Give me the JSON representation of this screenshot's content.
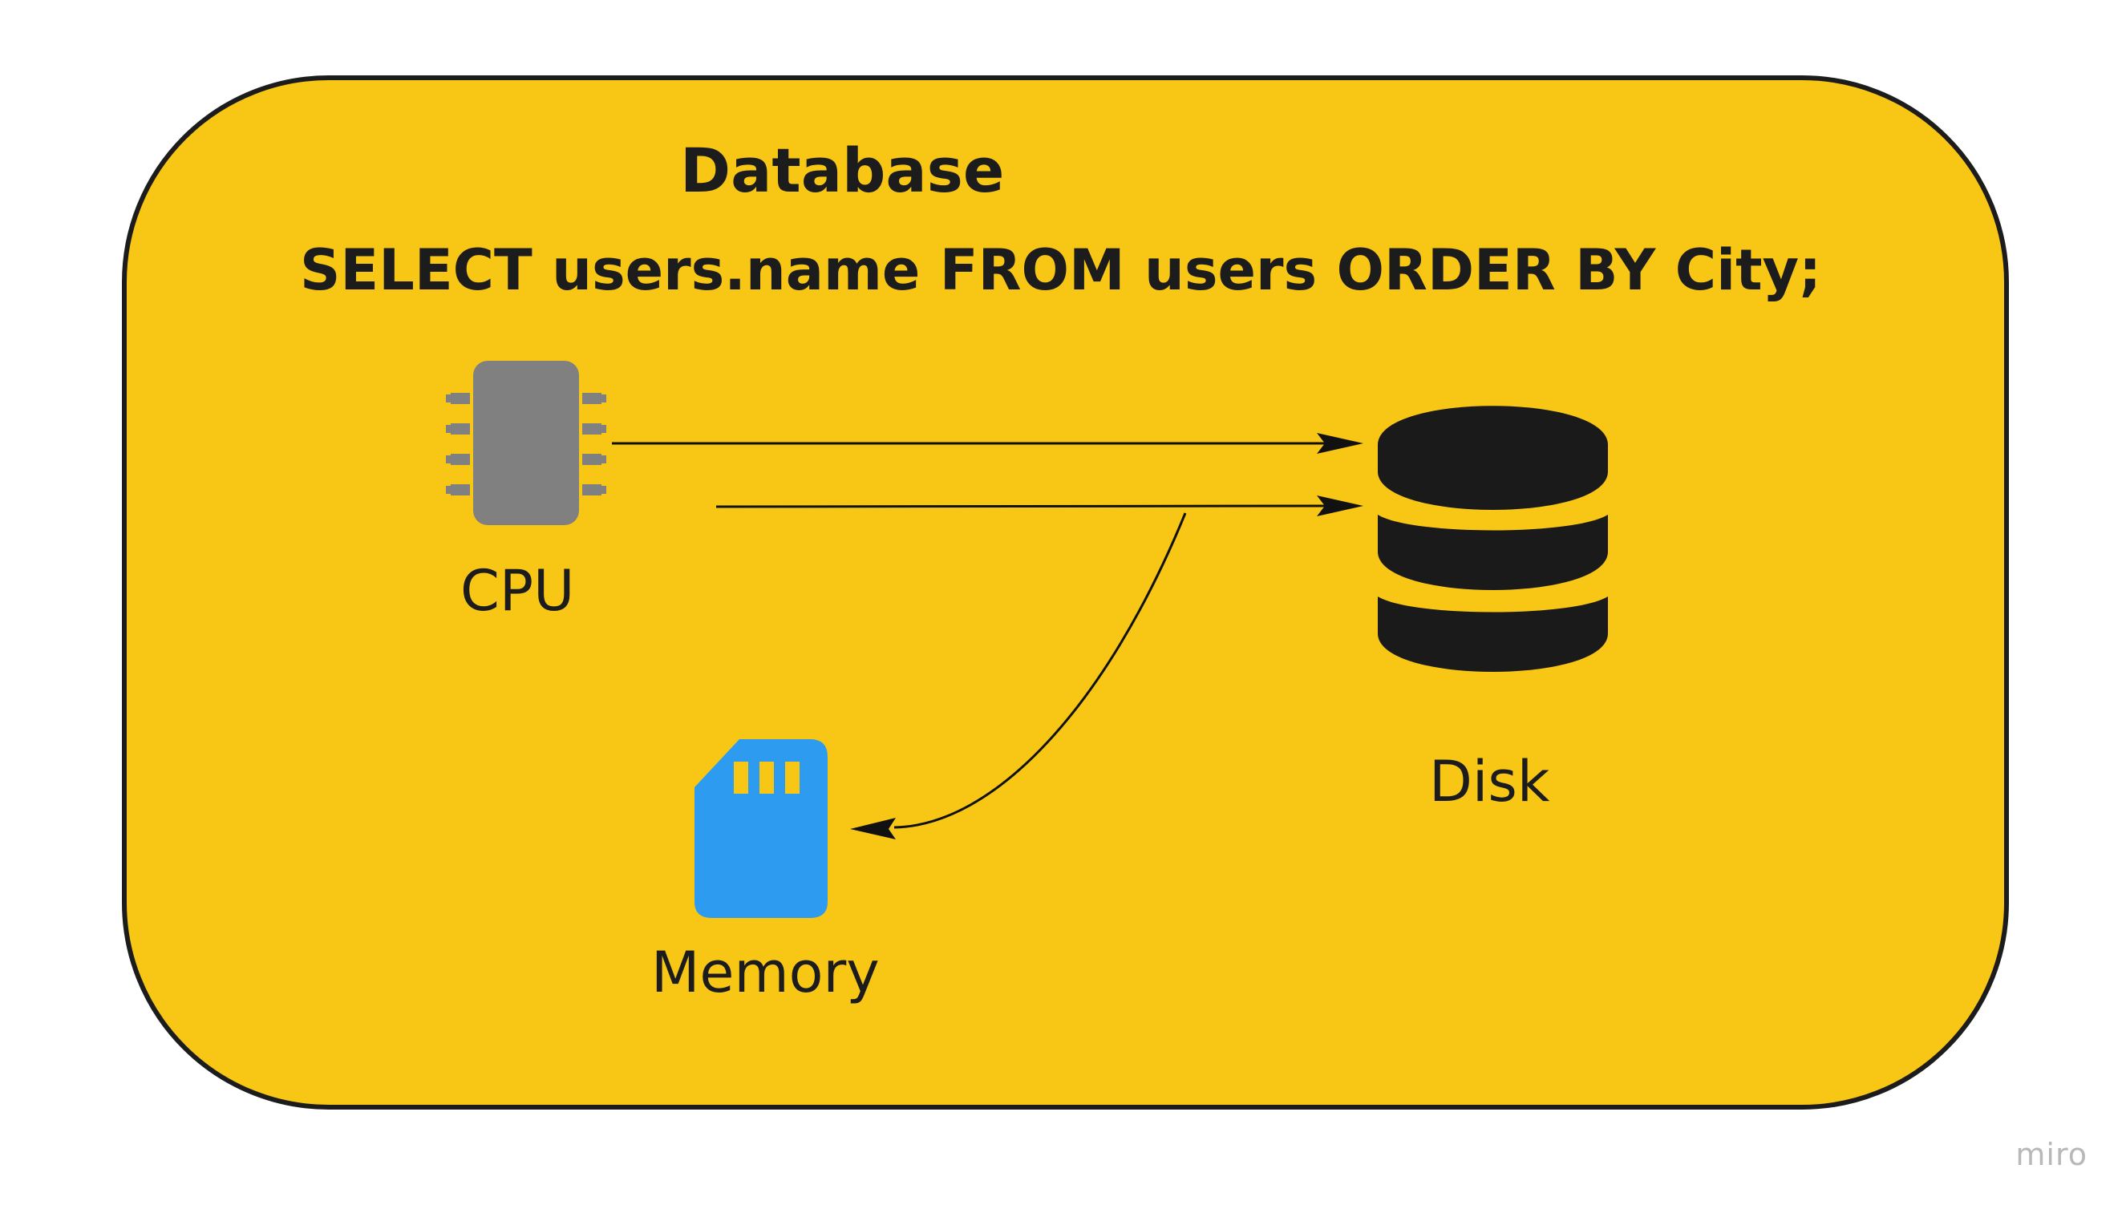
{
  "diagram": {
    "title": "Database",
    "query": "SELECT users.name FROM users ORDER BY City;",
    "nodes": {
      "cpu": {
        "label": "CPU",
        "icon": "cpu-chip-icon"
      },
      "disk": {
        "label": "Disk",
        "icon": "database-disk-icon"
      },
      "memory": {
        "label": "Memory",
        "icon": "sd-card-icon"
      }
    },
    "container_color": "#F8C715",
    "cpu_color": "#808080",
    "disk_color": "#1a1a1a",
    "memory_color": "#2D9BF0"
  },
  "watermark": "miro"
}
